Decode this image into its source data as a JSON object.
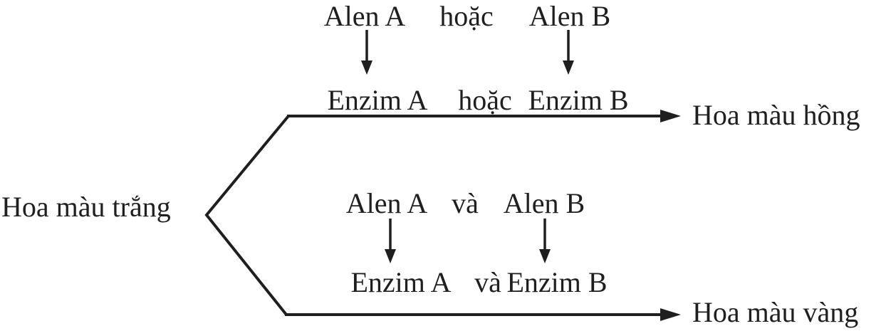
{
  "colors": {
    "ink": "#1f1f1f",
    "background": "#ffffff"
  },
  "diagram": {
    "source": "Hoa màu trắng",
    "top_branch": {
      "allele_a": "Alen A",
      "connector": "hoặc",
      "allele_b": "Alen B",
      "enzyme_a": "Enzim A",
      "enzyme_connector": "hoặc",
      "enzyme_b": "Enzim B",
      "result": "Hoa màu hồng"
    },
    "bottom_branch": {
      "allele_a": "Alen A",
      "connector": "và",
      "allele_b": "Alen B",
      "enzyme_a": "Enzim A",
      "enzyme_connector": "và",
      "enzyme_b": "Enzim B",
      "result": "Hoa màu vàng"
    }
  }
}
